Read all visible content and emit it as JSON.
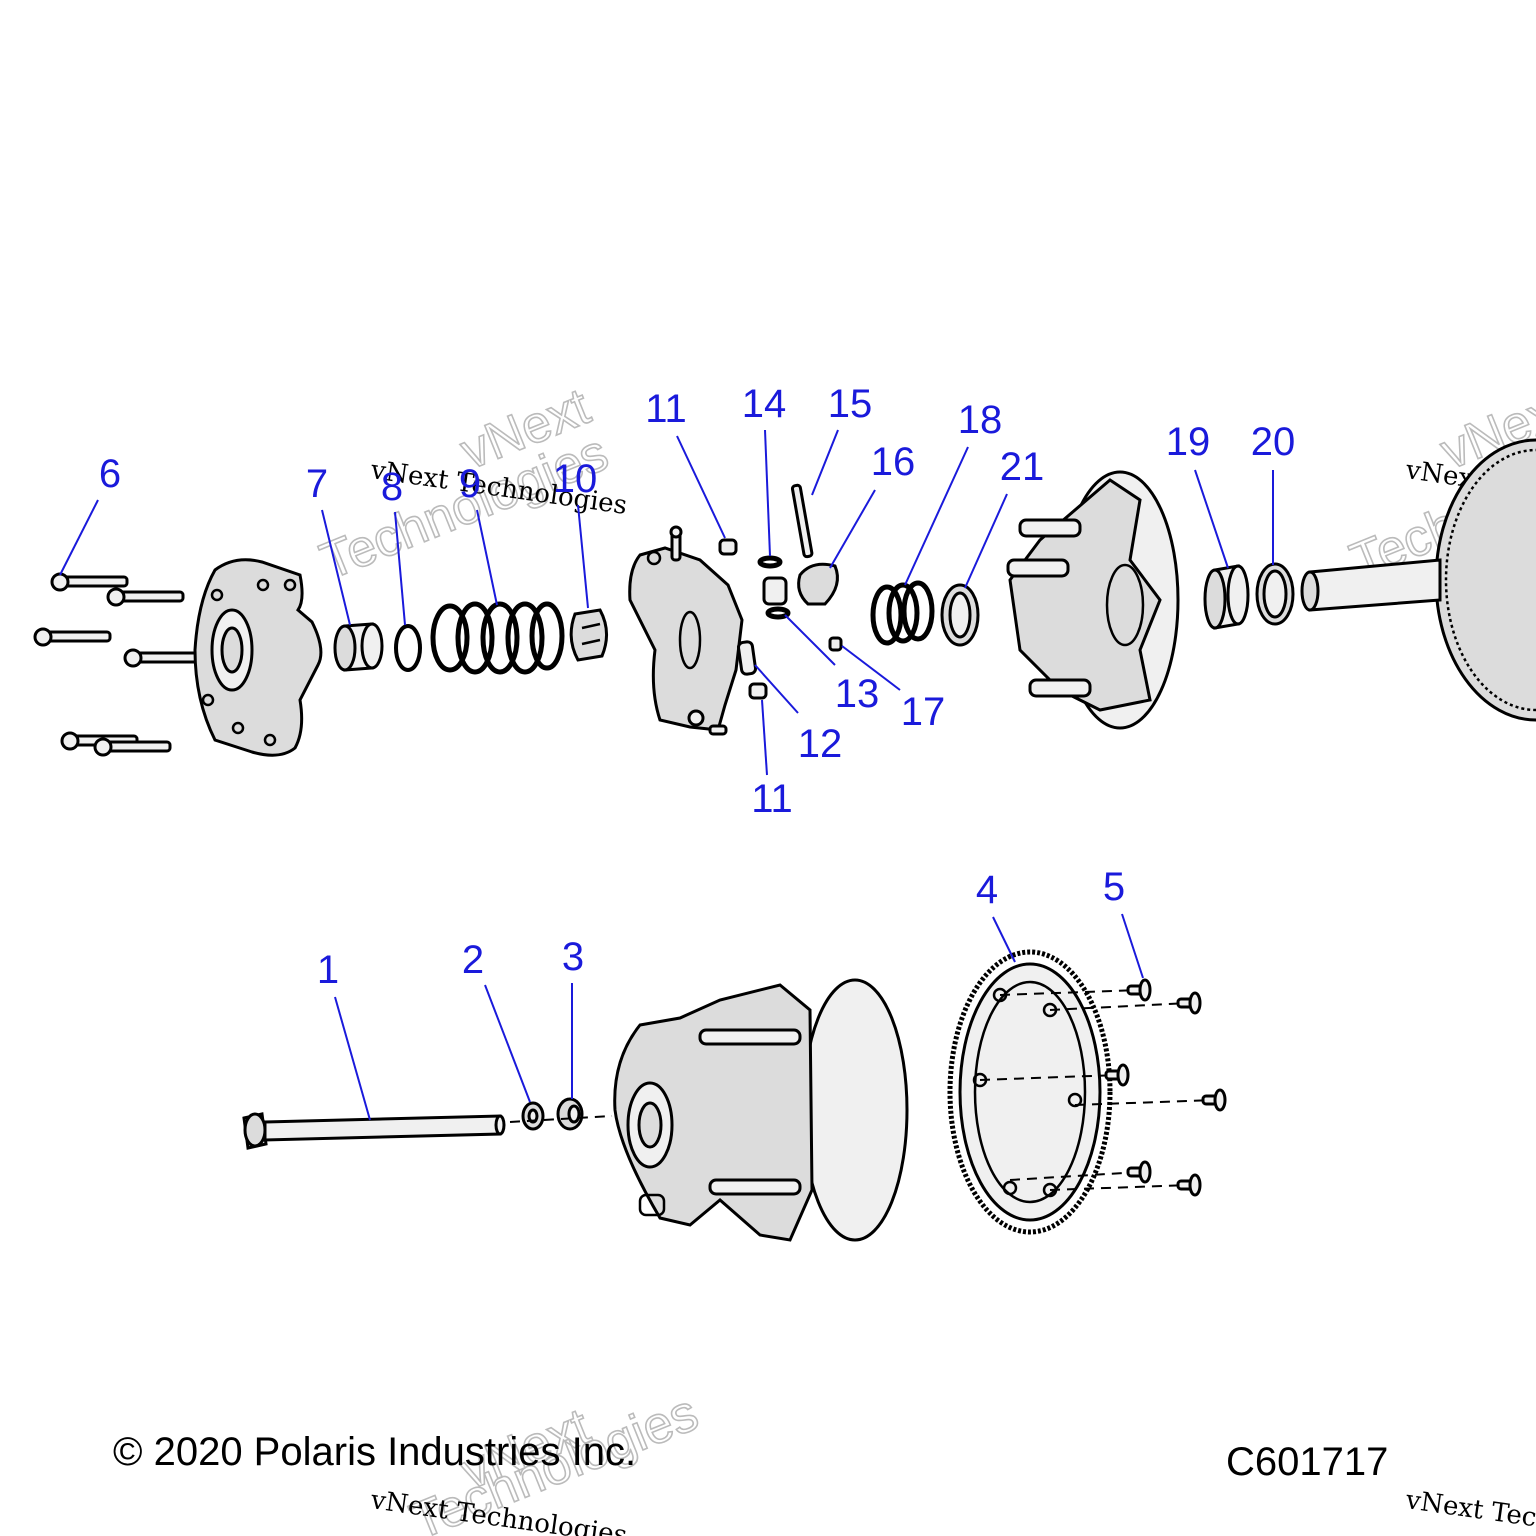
{
  "diagram": {
    "copyright": "© 2020 Polaris Industries Inc.",
    "drawing_number": "C601717",
    "watermark_text": "vNext Technologies",
    "watermark_big_line1": "vNext",
    "watermark_big_line2": "Technologies",
    "callouts": [
      {
        "id": "c6",
        "label": "6"
      },
      {
        "id": "c7",
        "label": "7"
      },
      {
        "id": "c8",
        "label": "8"
      },
      {
        "id": "c9",
        "label": "9"
      },
      {
        "id": "c10",
        "label": "10"
      },
      {
        "id": "c11a",
        "label": "11"
      },
      {
        "id": "c11b",
        "label": "11"
      },
      {
        "id": "c12",
        "label": "12"
      },
      {
        "id": "c13",
        "label": "13"
      },
      {
        "id": "c14",
        "label": "14"
      },
      {
        "id": "c15",
        "label": "15"
      },
      {
        "id": "c16",
        "label": "16"
      },
      {
        "id": "c17",
        "label": "17"
      },
      {
        "id": "c18",
        "label": "18"
      },
      {
        "id": "c19",
        "label": "19"
      },
      {
        "id": "c20",
        "label": "20"
      },
      {
        "id": "c21",
        "label": "21"
      },
      {
        "id": "c1",
        "label": "1"
      },
      {
        "id": "c2",
        "label": "2"
      },
      {
        "id": "c3",
        "label": "3"
      },
      {
        "id": "c4",
        "label": "4"
      },
      {
        "id": "c5",
        "label": "5"
      }
    ]
  }
}
